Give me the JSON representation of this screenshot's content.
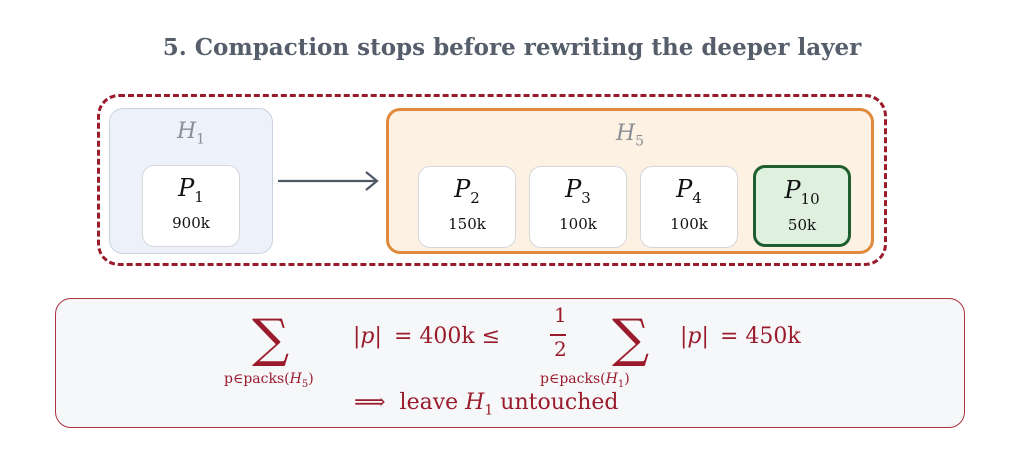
{
  "title": "5. Compaction stops before rewriting the deeper layer",
  "groups": {
    "h1": {
      "label_base": "H",
      "label_sub": "1",
      "packs": [
        {
          "base": "P",
          "sub": "1",
          "size": "900k"
        }
      ]
    },
    "h5": {
      "label_base": "H",
      "label_sub": "5",
      "packs": [
        {
          "base": "P",
          "sub": "2",
          "size": "150k"
        },
        {
          "base": "P",
          "sub": "3",
          "size": "100k"
        },
        {
          "base": "P",
          "sub": "4",
          "size": "100k"
        },
        {
          "base": "P",
          "sub": "10",
          "size": "50k"
        }
      ]
    }
  },
  "colors": {
    "title": "#555e6a",
    "dashed_border": "#9a1b2c",
    "h1_fill": "#edf2fa",
    "h5_fill": "#fdf1e4",
    "h5_border": "#e08a3e",
    "highlight_fill": "#dff0df",
    "highlight_border": "#1e5e2e",
    "formula_text": "#9a1b2c"
  },
  "formula": {
    "sum_symbol": "∑",
    "sum1_under_prefix": "p∈packs(",
    "sum1_under_var": "H",
    "sum1_under_sub": "5",
    "sum1_under_suffix": ")",
    "term1": "|p|",
    "equals1": "= 400k ≤",
    "frac_num": "1",
    "frac_den": "2",
    "sum2_under_prefix": "p∈packs(",
    "sum2_under_var": "H",
    "sum2_under_sub": "1",
    "sum2_under_suffix": ")",
    "term2": "|p|",
    "equals2": "= 450k",
    "conclusion_implies": "⟹",
    "conclusion_text1": "leave",
    "conclusion_var": "H",
    "conclusion_sub": "1",
    "conclusion_text2": "untouched"
  }
}
